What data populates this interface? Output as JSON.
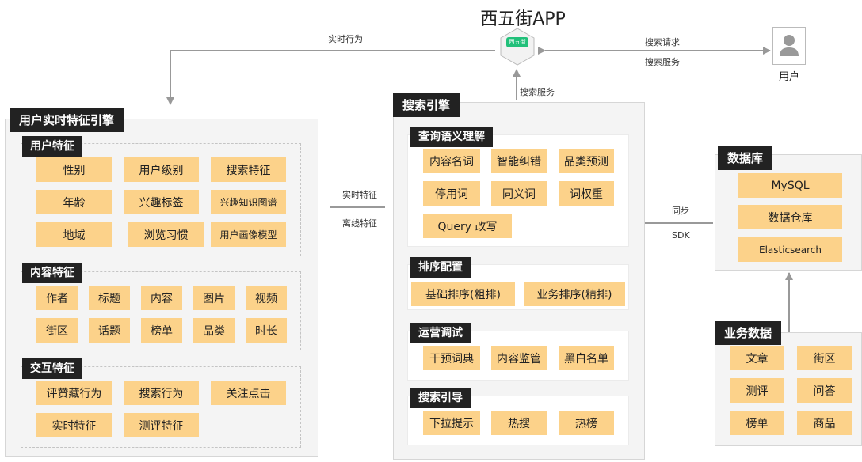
{
  "app": {
    "title": "西五街APP",
    "logo_text": "西五街"
  },
  "user": {
    "label": "用户"
  },
  "flows": {
    "realtime_behavior": "实时行为",
    "search_request": "搜索请求",
    "search_service_top": "搜索服务",
    "search_service_up": "搜索服务",
    "realtime_feature": "实时特征",
    "offline_feature": "离线特征",
    "sync": "同步",
    "sdk": "SDK"
  },
  "user_engine": {
    "title": "用户实时特征引擎",
    "user_features": {
      "title": "用户特征",
      "items": [
        "性别",
        "用户级别",
        "搜索特征",
        "年龄",
        "兴趣标签",
        "兴趣知识图谱",
        "地域",
        "浏览习惯",
        "用户画像模型"
      ]
    },
    "content_features": {
      "title": "内容特征",
      "items": [
        "作者",
        "标题",
        "内容",
        "图片",
        "视频",
        "街区",
        "话题",
        "榜单",
        "品类",
        "时长"
      ]
    },
    "interaction_features": {
      "title": "交互特征",
      "items": [
        "评赞藏行为",
        "搜索行为",
        "关注点击",
        "实时特征",
        "测评特征"
      ]
    }
  },
  "search_engine": {
    "title": "搜索引擎",
    "query_understanding": {
      "title": "查询语义理解",
      "items": [
        "内容名词",
        "智能纠错",
        "品类预测",
        "停用词",
        "同义词",
        "词权重",
        "Query 改写"
      ]
    },
    "ranking": {
      "title": "排序配置",
      "items": [
        "基础排序(粗排)",
        "业务排序(精排)"
      ]
    },
    "operations": {
      "title": "运营调试",
      "items": [
        "干预词典",
        "内容监管",
        "黑白名单"
      ]
    },
    "guidance": {
      "title": "搜索引导",
      "items": [
        "下拉提示",
        "热搜",
        "热榜"
      ]
    }
  },
  "database": {
    "title": "数据库",
    "items": [
      "MySQL",
      "数据仓库",
      "Elasticsearch"
    ]
  },
  "business_data": {
    "title": "业务数据",
    "items": [
      "文章",
      "街区",
      "测评",
      "问答",
      "榜单",
      "商品"
    ]
  }
}
